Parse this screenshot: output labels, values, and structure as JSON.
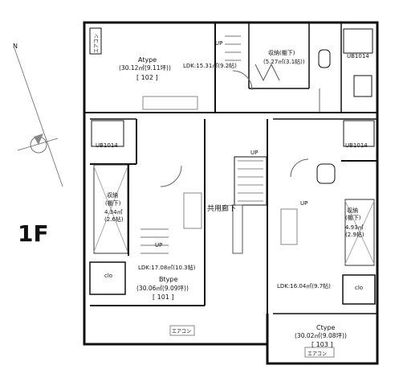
{
  "floor": {
    "label": "1F"
  },
  "compass": {
    "north_label": "N"
  },
  "corridor": {
    "label": "共用廊下"
  },
  "units": {
    "a": {
      "type": "Atype",
      "area": "(30.12㎡(9.11坪))",
      "room": "[ 102 ]",
      "ldk": "LDK:15.31㎡(9.2帖)",
      "storage": [
        "収納(棚下)",
        "(5.27㎡(3.1帖))"
      ],
      "ub": "UB1014",
      "aircon": "エアコン",
      "up": "UP"
    },
    "b": {
      "type": "Btype",
      "area": "(30.06㎡(9.09坪))",
      "room": "[ 101 ]",
      "ldk": "LDK:17.08㎡(10.3帖)",
      "storage": [
        "収納",
        "(棚下)",
        "4.34㎡",
        "(2.6帖)"
      ],
      "ub": "UB1014",
      "aircon": "エアコン",
      "clo": "clo",
      "up": "UP"
    },
    "c": {
      "type": "Ctype",
      "area": "(30.02㎡(9.08坪))",
      "room": "[ 103 ]",
      "ldk": "LDK:16.04㎡(9.7帖)",
      "storage": [
        "収納",
        "(棚下)",
        "4.93㎡",
        "(2.9帖)"
      ],
      "ub": "UB1014",
      "aircon": "エアコン",
      "clo": "clo",
      "up": "UP"
    }
  },
  "corridor_up": "UP"
}
